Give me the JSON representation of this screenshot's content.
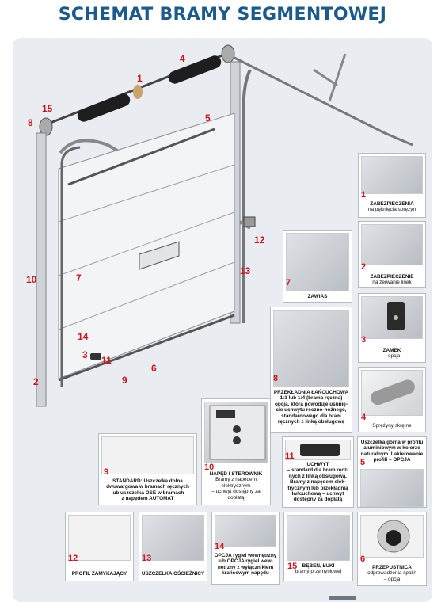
{
  "title": "SCHEMAT BRAMY SEGMENTOWEJ",
  "diagram_numbers": {
    "n1": "1",
    "n2": "2",
    "n3": "3",
    "n4": "4",
    "n5": "5",
    "n6": "6",
    "n7": "7",
    "n8": "8",
    "n9": "9",
    "n10": "10",
    "n11": "11",
    "n12": "12",
    "n13": "13",
    "n14": "14",
    "n15": "15"
  },
  "cards": {
    "c1": {
      "num": "1",
      "line1": "ZABEZPIECZENIA",
      "line2": "na pęknięcia sprężyn"
    },
    "c2": {
      "num": "2",
      "line1": "ZABEZPIECZENIE",
      "line2": "na zerwanie linek"
    },
    "c3": {
      "num": "3",
      "line1": "ZAMEK",
      "line2": "– opcja"
    },
    "c4": {
      "num": "4",
      "line1": "Sprężyny skrętne"
    },
    "c5": {
      "num": "5",
      "line1": "Uszczelka górna w profilu",
      "line2": "aluminiowym w kolorze",
      "line3": "naturalnym. Lakierowanie",
      "line4": "profili – OPCJA"
    },
    "c6": {
      "num": "6",
      "line1": "PRZEPUSTNICA",
      "line2": "odprowadzenia spalin",
      "line3": "– opcja"
    },
    "c7": {
      "num": "7",
      "line1": "ZAWIAS"
    },
    "c8": {
      "num": "8",
      "line1": "PRZEKŁADNIA ŁAŃCUCHOWA",
      "line2": "1:1 lub 1:4 (brama ręczna)",
      "line3": "opcja, która powoduje usunię-",
      "line4": "cie uchwytu ręczno-nożnego,",
      "line5": "standardowego dla bram",
      "line6": "ręcznych z linką obsługową"
    },
    "c9": {
      "num": "9",
      "line1": "STANDARD: Uszczelka dolna",
      "line2": "dwuwargowa w bramach ręcznych",
      "line3": "lub uszczelka OSE w bramach",
      "line4": "z napędem AUTOMAT"
    },
    "c10": {
      "num": "10",
      "line1": "NAPĘD I STEROWNIK",
      "line2": "Bramy z napędem",
      "line3": "elektrycznym",
      "line4": "– uchwyt dostępny za",
      "line5": "dopłatą"
    },
    "c11": {
      "num": "11",
      "line1": "UCHWYT",
      "line2": "– standard dla bram ręcz-",
      "line3": "nych z linką obsługową.",
      "line4": "Bramy z napędem elek-",
      "line5": "trycznym lub przekładnią",
      "line6": "łańcuchową – uchwyt",
      "line7": "dostępny za dopłatą"
    },
    "c12": {
      "num": "12",
      "line1": "PROFIL ZAMYKAJĄCY"
    },
    "c13": {
      "num": "13",
      "line1": "USZCZELKA OŚCIEŻNICY"
    },
    "c14": {
      "num": "14",
      "line1": "OPCJA rygiel wewnętrzny",
      "line2": "lub OPCJA rygiel wew-",
      "line3": "nętrzny z wyłącznikiem",
      "line4": "krańcowym napędu"
    },
    "c15": {
      "num": "15",
      "line1": "BĘBEN, ŁUKI",
      "line2": "bramy przemysłowej"
    }
  },
  "colors": {
    "title": "#1b5a8a",
    "number_red": "#d0141e",
    "panel_bg": "#e9edf1"
  }
}
